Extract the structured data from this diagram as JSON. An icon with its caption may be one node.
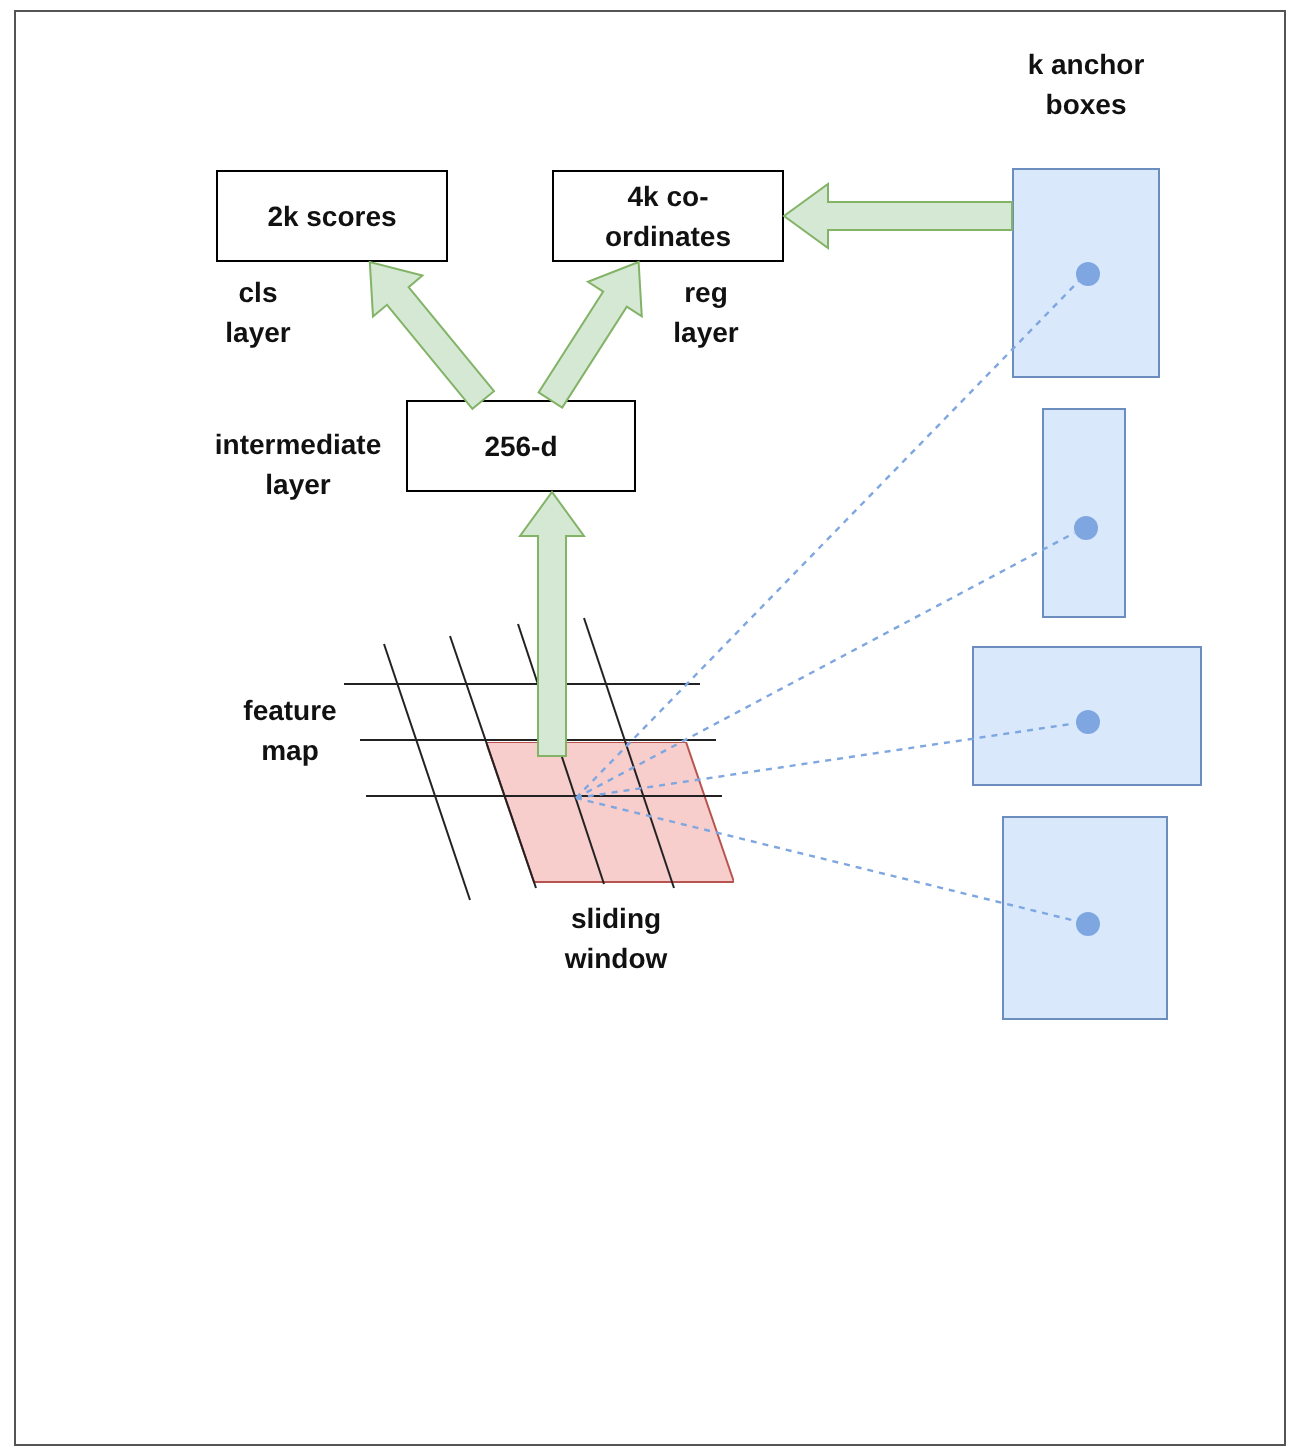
{
  "diagram": {
    "nodes": [
      {
        "text": [
          "2k scores"
        ],
        "beside": [
          "cls layer"
        ]
      },
      {
        "text": [
          "4k co-ordinates"
        ],
        "beside": [
          "reg layer"
        ]
      },
      {
        "text": [
          "256-d"
        ],
        "beside": [
          "intermediate layer"
        ]
      },
      {
        "text": [
          "feature map"
        ]
      },
      {
        "text": [
          "sliding window"
        ],
        "in": 3
      },
      {
        "text": [],
        "shape": "box"
      },
      {
        "text": [],
        "shape": "circle",
        "in": 5
      },
      {
        "text": [],
        "shape": "box"
      },
      {
        "text": [],
        "shape": "circle",
        "in": 7
      },
      {
        "text": [],
        "shape": "box"
      },
      {
        "text": [],
        "shape": "circle",
        "in": 9
      },
      {
        "text": [],
        "shape": "box"
      },
      {
        "text": [],
        "shape": "circle",
        "in": 11
      }
    ],
    "edges": [
      {
        "from": 2,
        "to": 0,
        "arrow": "to",
        "style": "thick"
      },
      {
        "from": 2,
        "to": 1,
        "arrow": "to",
        "style": "thick"
      },
      {
        "from": 4,
        "to": 2,
        "arrow": "to",
        "style": "thick"
      },
      {
        "from": 5,
        "to": 1,
        "arrow": "to",
        "style": "thick"
      },
      {
        "from": 4,
        "to": 6,
        "arrow": "none",
        "style": "dashed",
        "color": "#7ea6e0"
      },
      {
        "from": 4,
        "to": 8,
        "arrow": "none",
        "style": "dashed",
        "color": "#7ea6e0"
      },
      {
        "from": 4,
        "to": 10,
        "arrow": "none",
        "style": "dashed",
        "color": "#7ea6e0"
      },
      {
        "from": 4,
        "to": 12,
        "arrow": "none",
        "style": "dashed",
        "color": "#7ea6e0"
      }
    ],
    "labels": [
      "k anchor boxes"
    ]
  }
}
